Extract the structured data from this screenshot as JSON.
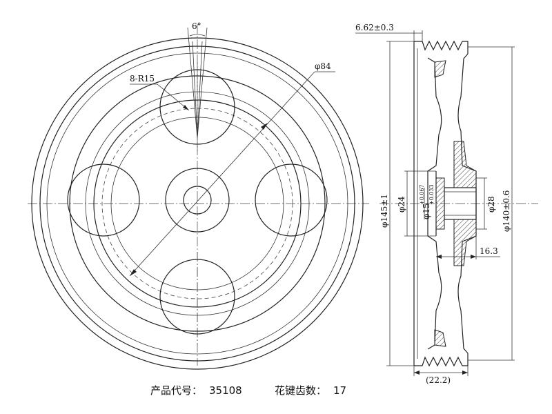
{
  "front_view": {
    "angle_label": "6°",
    "radius_label": "8-R15",
    "diameter_label": "φ84"
  },
  "side_view": {
    "width_label": "6.62±0.3",
    "outer_dia_label": "φ145±1",
    "bore_dia_label": "φ24",
    "bore_tol_main": "φ15",
    "bore_tol_upper": "+0.067",
    "bore_tol_lower": "+0.033",
    "hub_dia_label": "φ28",
    "groove_dia_label": "φ140±0.6",
    "hub_len_label": "16.3",
    "overall_len_label": "(22.2)"
  },
  "caption": {
    "product_code_label": "产品代号：",
    "product_code_value": "35108",
    "spline_teeth_label": "花键齿数：",
    "spline_teeth_value": "17"
  }
}
